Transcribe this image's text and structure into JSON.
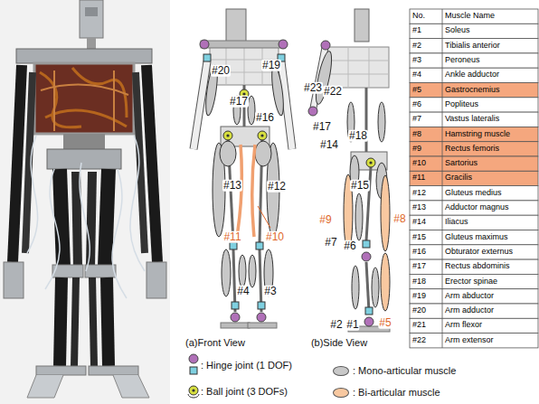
{
  "diagram": {
    "labels": [
      "No.",
      "Muscle Name",
      "#1",
      "Soleus",
      "#2",
      "Tibialis anterior",
      "#3",
      "Peroneus",
      "#4",
      "Ankle adductor",
      "#5",
      "Gastrocnemius",
      "#6",
      "Popliteus",
      "#7",
      "Vastus lateralis",
      "#8",
      "Hamstring muscle",
      "#9",
      "Rectus femoris",
      "#10",
      "Sartorius",
      "#11",
      "Gracilis",
      "#12",
      "Gluteus medius",
      "#13",
      "Adductor magnus",
      "#14",
      "Iliacus",
      "#15",
      "Gluteus maximus",
      "#16",
      "Obturator externus",
      "#17",
      "Rectus abdominis",
      "#18",
      "Erector spinae",
      "#19",
      "Arm abductor",
      "#20",
      "Arm adductor",
      "#21",
      "Arm flexor",
      "#22",
      "Arm extensor",
      "#20",
      "#19",
      "#17",
      "#16",
      "#13",
      "#12",
      "#11",
      "#10",
      "#4",
      "#3",
      "#23",
      "#22",
      "#17",
      "#18",
      "#14",
      "#15",
      "#9",
      "#8",
      "#7",
      "#6",
      "#2",
      "#1",
      "#5",
      "(a)Front View",
      "(b)Side View"
    ],
    "legend": [
      {
        "text": ": Hinge joint (1 DOF)"
      },
      {
        "text": ": Ball joint (3 DOFs)"
      },
      {
        "text": ": Mono-articular muscle",
        "color": "#c8c8c8"
      },
      {
        "text": ": Bi-articular muscle",
        "color": "#f8c8a0"
      }
    ]
  }
}
